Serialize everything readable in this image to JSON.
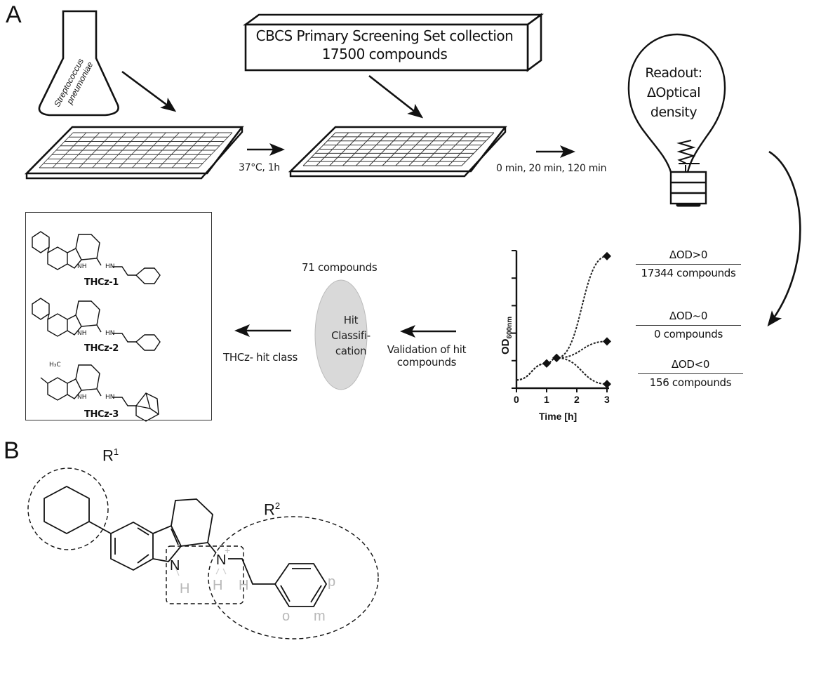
{
  "figure": {
    "panel_a_label": "A",
    "panel_b_label": "B"
  },
  "workflow": {
    "organism": {
      "line1": "Streptococcus",
      "line2": "pneumoniae",
      "icon": "flask-icon"
    },
    "incubation_step": "37°C, 1h",
    "library": {
      "title": "CBCS Primary Screening Set collection",
      "count": "17500 compounds",
      "icon": "compound-library-box-icon"
    },
    "timepoints": "0 min, 20 min, 120 min",
    "readout": {
      "line1": "Readout:",
      "line2": "ΔOptical",
      "line3": "density",
      "icon": "light-bulb-icon"
    },
    "plate_icon": "microplate-icon",
    "outcomes": [
      {
        "condition": "ΔOD>0",
        "count": "17344 compounds"
      },
      {
        "condition": "ΔOD~0",
        "count": "0 compounds"
      },
      {
        "condition": "ΔOD<0",
        "count": "156 compounds"
      }
    ],
    "validation_step": {
      "line1": "Validation of hit",
      "line2": "compounds"
    },
    "hit_count": "71 compounds",
    "hit_classification": {
      "line1": "Hit",
      "line2": "Classifi-",
      "line3": "cation",
      "fill": "#d9d9d9"
    },
    "hit_class_step": "THCz- hit class",
    "compounds": [
      {
        "name": "THCz-1",
        "r1": "cyclohexyl",
        "r2": "phenethyl",
        "nh_label": "NH",
        "hn_label": "HN"
      },
      {
        "name": "THCz-2",
        "r1": "phenyl",
        "r2": "phenethyl",
        "nh_label": "NH",
        "hn_label": "HN"
      },
      {
        "name": "THCz-3",
        "r1": "H₃C",
        "r2": "adamantylethyl",
        "nh_label": "NH",
        "hn_label": "HN"
      }
    ]
  },
  "chart_data": {
    "type": "line",
    "title": "",
    "xlabel": "Time [h]",
    "ylabel": "OD",
    "ylabel_sub": "600nm",
    "xlim": [
      0,
      3
    ],
    "ylim": [
      0,
      5
    ],
    "xticks": [
      "0",
      "1",
      "2",
      "3"
    ],
    "yticks_count": 6,
    "grid": false,
    "series": [
      {
        "name": "ΔOD>0",
        "x": [
          0,
          1,
          1.33,
          3
        ],
        "y": [
          0.3,
          0.9,
          1.1,
          4.8
        ]
      },
      {
        "name": "ΔOD~0",
        "x": [
          0,
          1,
          1.33,
          3
        ],
        "y": [
          0.3,
          0.9,
          1.1,
          1.7
        ]
      },
      {
        "name": "ΔOD<0",
        "x": [
          0,
          1,
          1.33,
          3
        ],
        "y": [
          0.3,
          0.9,
          1.1,
          0.15
        ]
      }
    ]
  },
  "sar": {
    "r1_label": "R",
    "r1_sup": "1",
    "r2_label": "R",
    "r2_sup": "2",
    "indole_n": "N",
    "indole_h": "H",
    "amine_n": "N",
    "amine_charge": "+",
    "amine_h1": "H",
    "amine_h2": "H",
    "ring_positions": {
      "ortho": "o",
      "meta": "m",
      "para": "p"
    }
  }
}
